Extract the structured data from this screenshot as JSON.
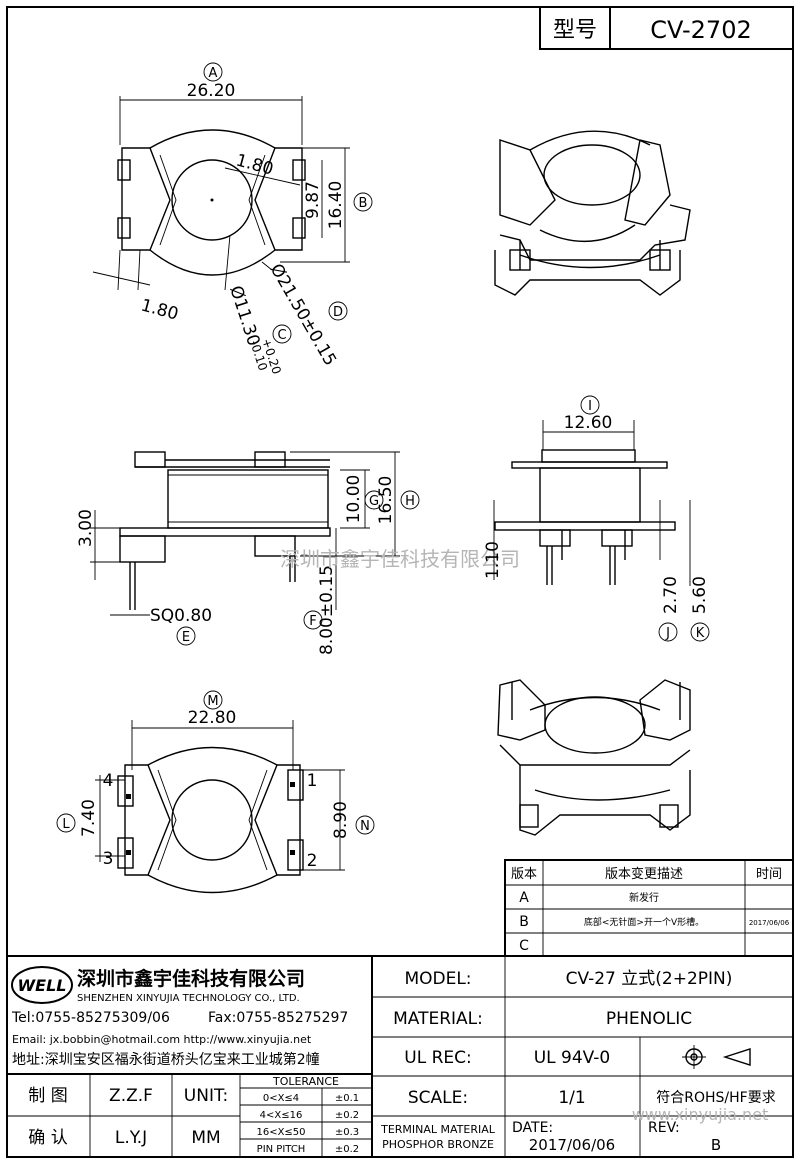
{
  "header": {
    "model_label": "型号",
    "model_value": "CV-2702"
  },
  "top_view": {
    "dims": {
      "width": "26.20",
      "tag_width": "A",
      "slot": "1.80",
      "inner_h": "9.87",
      "outer_h": "16.40",
      "tag_outer_h": "B",
      "slot2": "1.80",
      "inner_d_main": "Ø11.30",
      "inner_d_tol_up": "+0.20",
      "inner_d_tol_dn": "-0.10",
      "tag_inner_d": "C",
      "outer_d": "Ø21.50±0.15",
      "tag_outer_d": "D"
    }
  },
  "side_view": {
    "dims": {
      "flange": "3.00",
      "inner_h": "10.00",
      "tag_inner_h": "G",
      "total_h": "16.50",
      "tag_total_h": "H",
      "pin": "SQ0.80",
      "tag_pin": "E",
      "height": "8.00±0.15",
      "tag_height": "F"
    }
  },
  "front_view": {
    "dims": {
      "top": "12.60",
      "tag_top": "I",
      "pin_len": "1.10",
      "j": "2.70",
      "tag_j": "J",
      "k": "5.60",
      "tag_k": "K"
    }
  },
  "bottom_view": {
    "dims": {
      "width": "22.80",
      "tag_width": "M",
      "left_h": "7.40",
      "tag_left_h": "L",
      "right_h": "8.90",
      "tag_right_h": "N"
    },
    "pins": [
      "1",
      "2",
      "3",
      "4"
    ]
  },
  "watermark": "深圳市鑫宇佳科技有限公司",
  "watermark_url": "www.xinyujia.net",
  "revision_table": {
    "headers": [
      "版本",
      "版本变更描述",
      "时间"
    ],
    "rows": [
      {
        "ver": "A",
        "desc": "新发行",
        "date": ""
      },
      {
        "ver": "B",
        "desc": "底部<无针面>开一个V形槽。",
        "date": "2017/06/06"
      },
      {
        "ver": "C",
        "desc": "",
        "date": ""
      }
    ]
  },
  "company": {
    "logo": "WELL",
    "name_cn": "深圳市鑫宇佳科技有限公司",
    "name_en": "SHENZHEN XINYUJIA TECHNOLOGY CO., LTD.",
    "tel": "Tel:0755-85275309/06",
    "fax": "Fax:0755-85275297",
    "email": "Email: jx.bobbin@hotmail.com http://www.xinyujia.net",
    "address": "地址:深圳宝安区福永街道桥头亿宝来工业城第2幢"
  },
  "title_block": {
    "model_label": "MODEL:",
    "model_value": "CV-27 立式(2+2PIN)",
    "material_label": "MATERIAL:",
    "material_value": "PHENOLIC",
    "ulrec_label": "UL REC:",
    "ulrec_value": "UL 94V-0",
    "scale_label": "SCALE:",
    "scale_value": "1/1",
    "rohs": "符合ROHS/HF要求",
    "terminal_label1": "TERMINAL MATERIAL",
    "terminal_label2": "PHOSPHOR BRONZE",
    "date_label": "DATE:",
    "date_value": "2017/06/06",
    "rev_label": "REV:",
    "rev_value": "B",
    "draw_label": "制 图",
    "draw_value": "Z.Z.F",
    "check_label": "确 认",
    "check_value": "L.Y.J",
    "unit_label": "UNIT:",
    "unit_value": "MM",
    "tolerance_title": "TOLERANCE",
    "tolerances": [
      {
        "range": "0<X≤4",
        "tol": "±0.1"
      },
      {
        "range": "4<X≤16",
        "tol": "±0.2"
      },
      {
        "range": "16<X≤50",
        "tol": "±0.3"
      },
      {
        "range": "PIN PITCH",
        "tol": "±0.2"
      }
    ]
  }
}
